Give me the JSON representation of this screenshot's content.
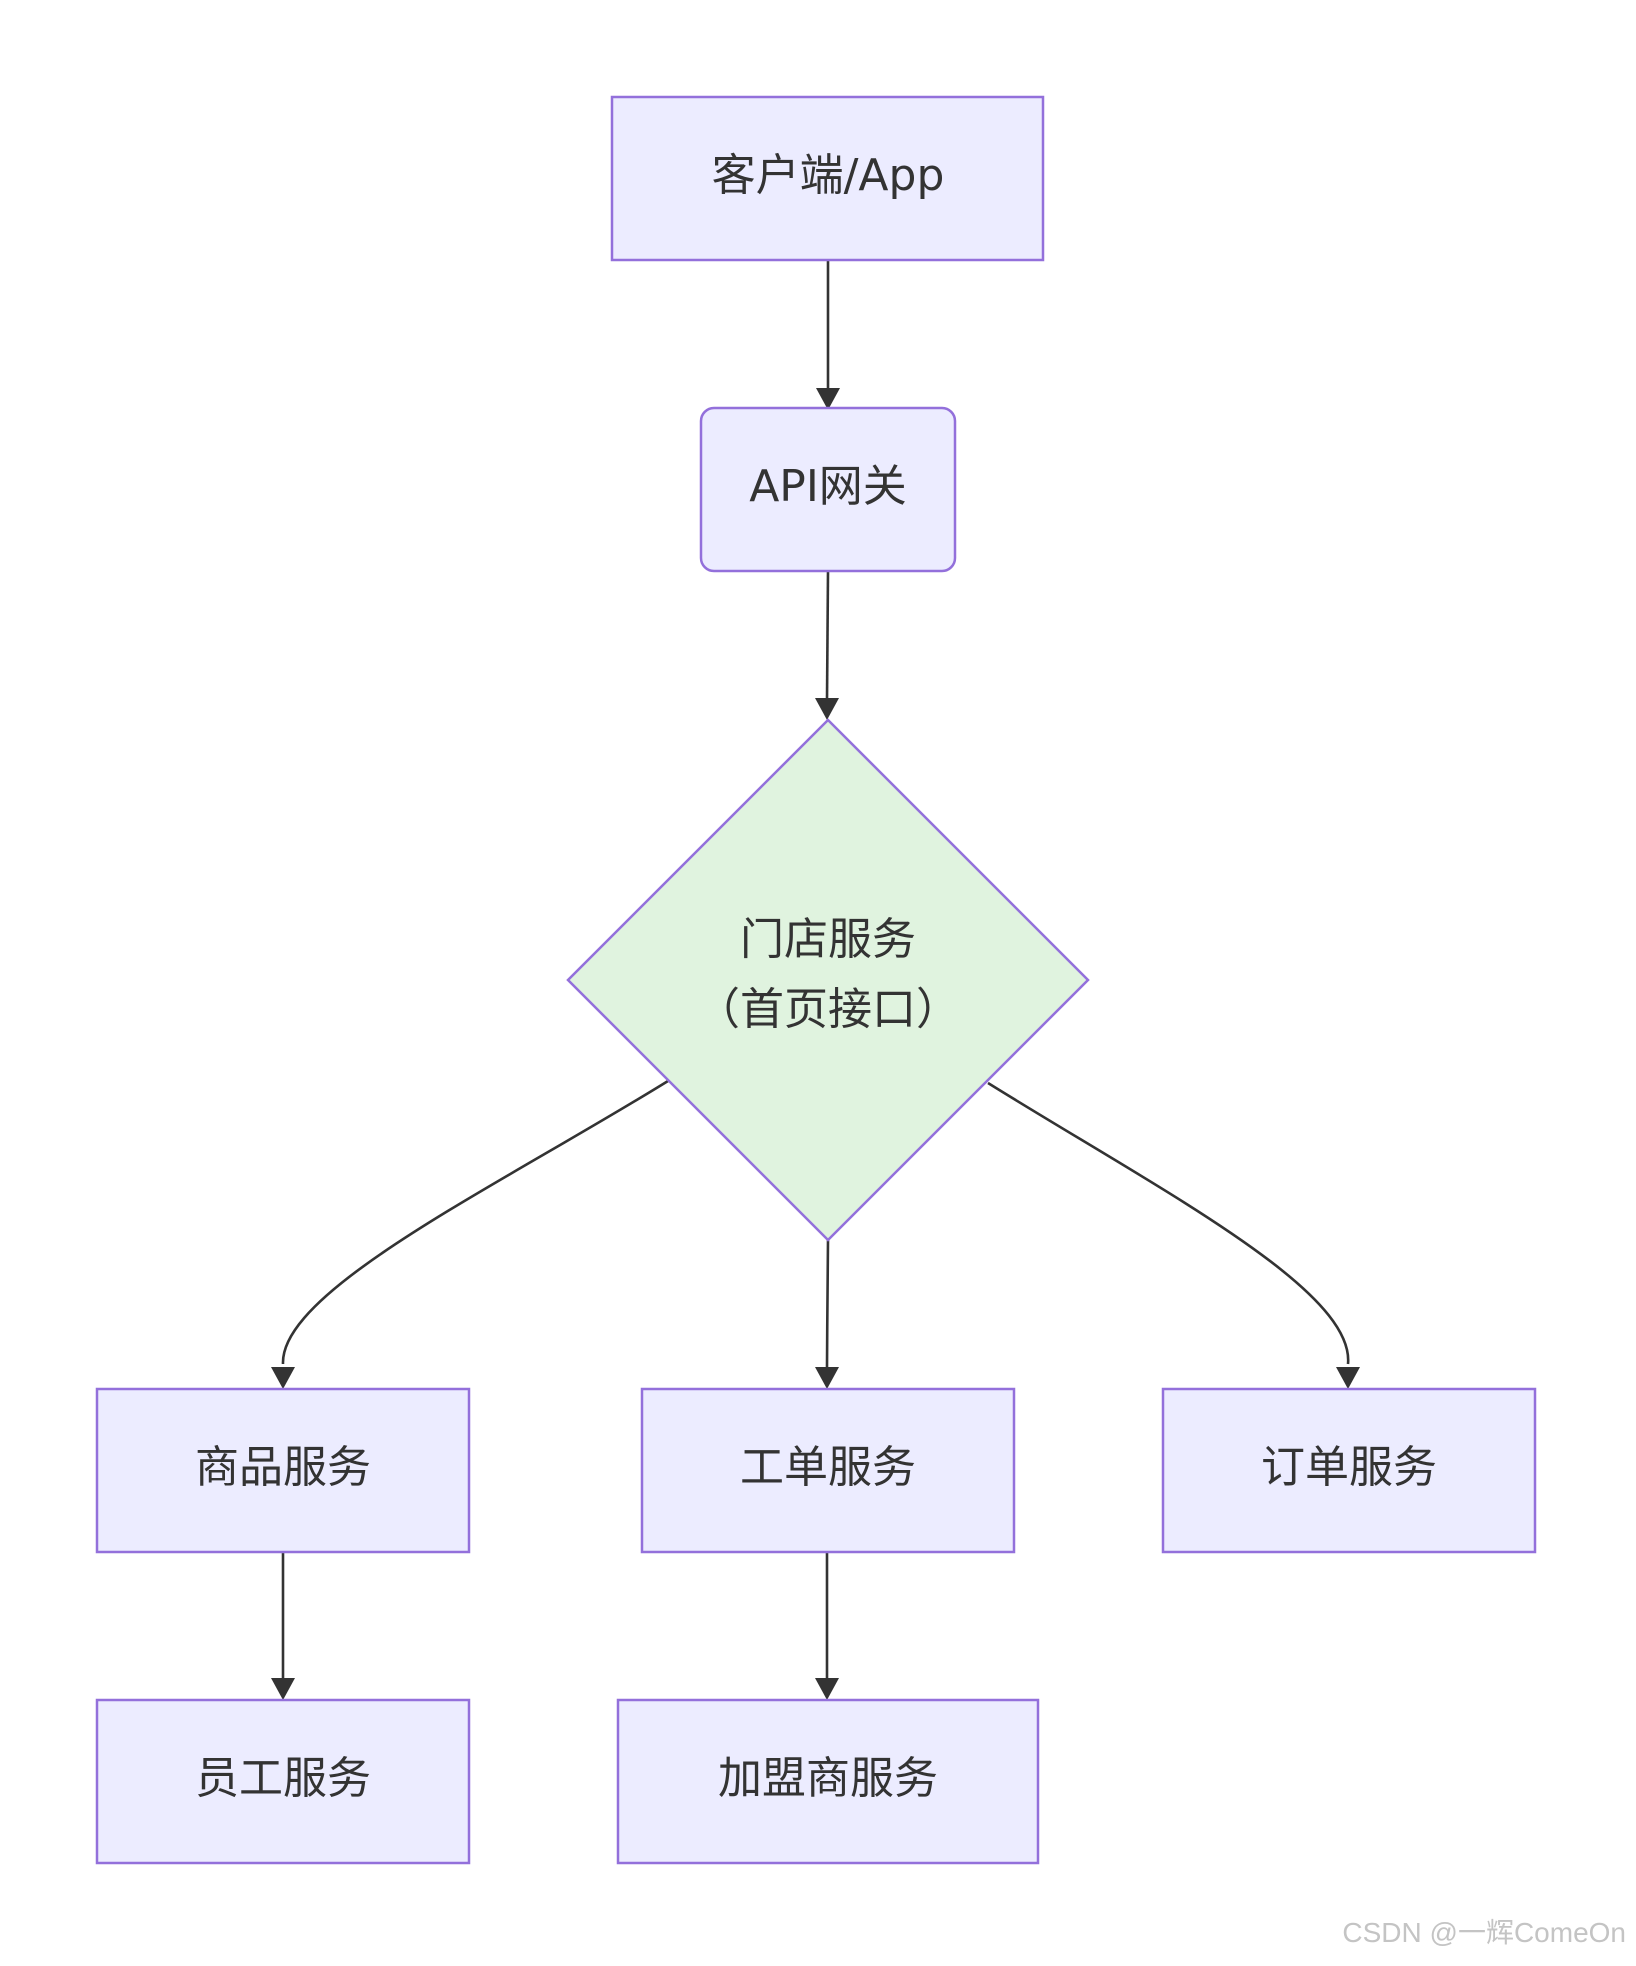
{
  "diagram": {
    "type": "flowchart",
    "nodes": {
      "client": {
        "label": "客户端/App",
        "shape": "rect"
      },
      "gateway": {
        "label": "API网关",
        "shape": "rounded-rect"
      },
      "store": {
        "label_line1": "门店服务",
        "label_line2": "（首页接口）",
        "shape": "diamond"
      },
      "product": {
        "label": "商品服务",
        "shape": "rect"
      },
      "workorder": {
        "label": "工单服务",
        "shape": "rect"
      },
      "order": {
        "label": "订单服务",
        "shape": "rect"
      },
      "employee": {
        "label": "员工服务",
        "shape": "rect"
      },
      "franchise": {
        "label": "加盟商服务",
        "shape": "rect"
      }
    },
    "edges": [
      {
        "from": "client",
        "to": "gateway"
      },
      {
        "from": "gateway",
        "to": "store"
      },
      {
        "from": "store",
        "to": "product"
      },
      {
        "from": "store",
        "to": "workorder"
      },
      {
        "from": "store",
        "to": "order"
      },
      {
        "from": "product",
        "to": "employee"
      },
      {
        "from": "workorder",
        "to": "franchise"
      }
    ],
    "colors": {
      "node_fill": "#ececff",
      "node_stroke": "#9370db",
      "decision_fill": "#e0f3df",
      "edge": "#333333"
    }
  },
  "watermark": "CSDN @一辉ComeOn"
}
